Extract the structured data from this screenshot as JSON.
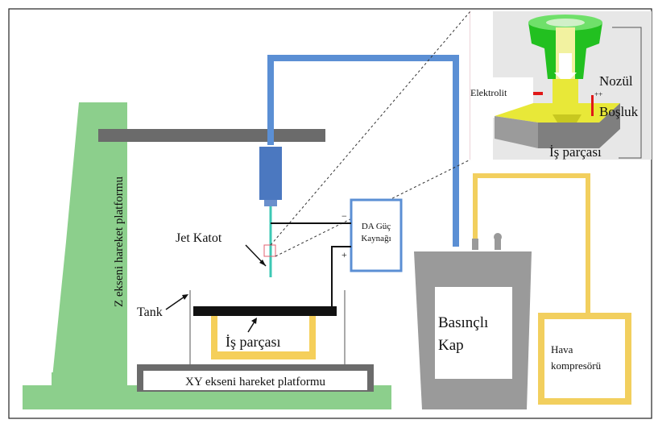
{
  "labels": {
    "z_platform": "Z ekseni hareket platformu",
    "xy_platform": "XY ekseni hareket platformu",
    "jet_cathode": "Jet Katot",
    "tank": "Tank",
    "workpiece": "İş parçası",
    "power_line1": "DA Güç",
    "power_line2": "Kaynağı",
    "minus_sign": "−",
    "plus_sign": "+",
    "vessel_line1": "Basınçlı",
    "vessel_line2": "Kap",
    "compressor_line1": "Hava",
    "compressor_line2": "kompresörü",
    "inset_nozzle": "Nozül",
    "inset_electrolyte": "Elektrolit",
    "inset_gap": "Boşluk",
    "inset_workpiece": "İş parçası",
    "inset_plus": "++"
  },
  "colors": {
    "frame_green": "#8ccf8c",
    "beam_gray": "#6b6b6b",
    "pipe_blue": "#5b8fd4",
    "cathode_blue": "#4b78c0",
    "jet_teal": "#3cc8b4",
    "tank_yellow": "#f5cf5a",
    "pipe_yellow": "#f2cf5e",
    "vessel_gray": "#9a9a9a",
    "nozzle_green": "#22c020",
    "workpiece_yellow": "#e8e838",
    "electrolyte_red": "#e01818"
  }
}
